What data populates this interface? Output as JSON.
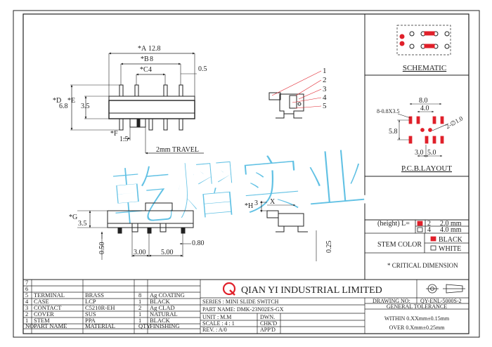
{
  "dims": {
    "a": "*A",
    "a_val": "12.8",
    "b": "*B",
    "b_val": "8",
    "c": "*C",
    "c_val": "4",
    "d": "*D",
    "d_val": "6.8",
    "e": "*E",
    "e_val": "3.5",
    "f": "*F",
    "f_val": "1.5",
    "g": "*G",
    "g_val": "3.5",
    "h": "*H",
    "h_val": "3",
    "dim_05": "0.5",
    "travel": "2mm TRAVEL",
    "dim_050": "0.50",
    "dim_300": "3.00",
    "dim_500": "5.00",
    "dim_080": "0.80",
    "dim_025": "0.25",
    "x_label": "X"
  },
  "callouts": [
    "1",
    "2",
    "3",
    "4",
    "5"
  ],
  "schematic": {
    "title": "SCHEMATIC"
  },
  "pcb": {
    "title": "P.C.B.LAYOUT",
    "d80": "8.0",
    "d40": "4.0",
    "holes": "8-0.8X3.5",
    "d58": "5.8",
    "d2": "2-∅1.0",
    "d30": "3.0",
    "d50": "5.0"
  },
  "height_table": {
    "label": "(height) L=",
    "rows": [
      {
        "code": "2",
        "value": "2.0 mm",
        "filled": true
      },
      {
        "code": "4",
        "value": "4.0 mm",
        "filled": false
      }
    ]
  },
  "stem_color": {
    "label": "STEM COLOR",
    "options": [
      {
        "name": "BLACK",
        "filled": true
      },
      {
        "name": "WHITE",
        "filled": false
      }
    ]
  },
  "critical_note": "* CRITICAL  DIMENSION",
  "watermark": "乾熠实业",
  "bom": {
    "rows": [
      [
        "7",
        "",
        "",
        "",
        ""
      ],
      [
        "6",
        "",
        "",
        "",
        ""
      ],
      [
        "5",
        "TERMINAL",
        "BRASS",
        "8",
        "Ag  COATING"
      ],
      [
        "4",
        "CASE",
        "LCP",
        "1",
        "BLACK"
      ],
      [
        "3",
        "CONTACT",
        "C5210R-EH",
        "2",
        "Ag  CLAD"
      ],
      [
        "2",
        "COVER",
        "SUS",
        "1",
        "NATURAL"
      ],
      [
        "1",
        "STEM",
        "PPA",
        "1",
        "BLACK"
      ]
    ],
    "header": [
      "NO.",
      "PART NAME",
      "MATERIAL",
      "QTY",
      "FINISHING"
    ]
  },
  "title_block": {
    "company": "QIAN  YI  INDUSTRIAL  LIMITED",
    "series": "SERIES : MINI SLIDE SWITCH",
    "part_name": "PART NAME: DMK-23N02ES-GX",
    "unit": "UNIT : M.M",
    "scale": "SCALE : 4 : 1",
    "rev": "REV. : A/0",
    "dwn": "DWN.",
    "chkd": "CHK'D",
    "appd": "APP'D",
    "drawing_no_label": "DRAWING NO:",
    "drawing_no": "QY-ENL-5000S-2",
    "tolerance_title": "GENERAL TOLERANCE",
    "tol_within": "WITHIN  0.XXmm±0.15mm",
    "tol_over": "OVER   0.Xmm±0.25mm"
  },
  "colors": {
    "accent": "#e0202a",
    "watermark": "#1ea7d8",
    "line": "#222222"
  }
}
